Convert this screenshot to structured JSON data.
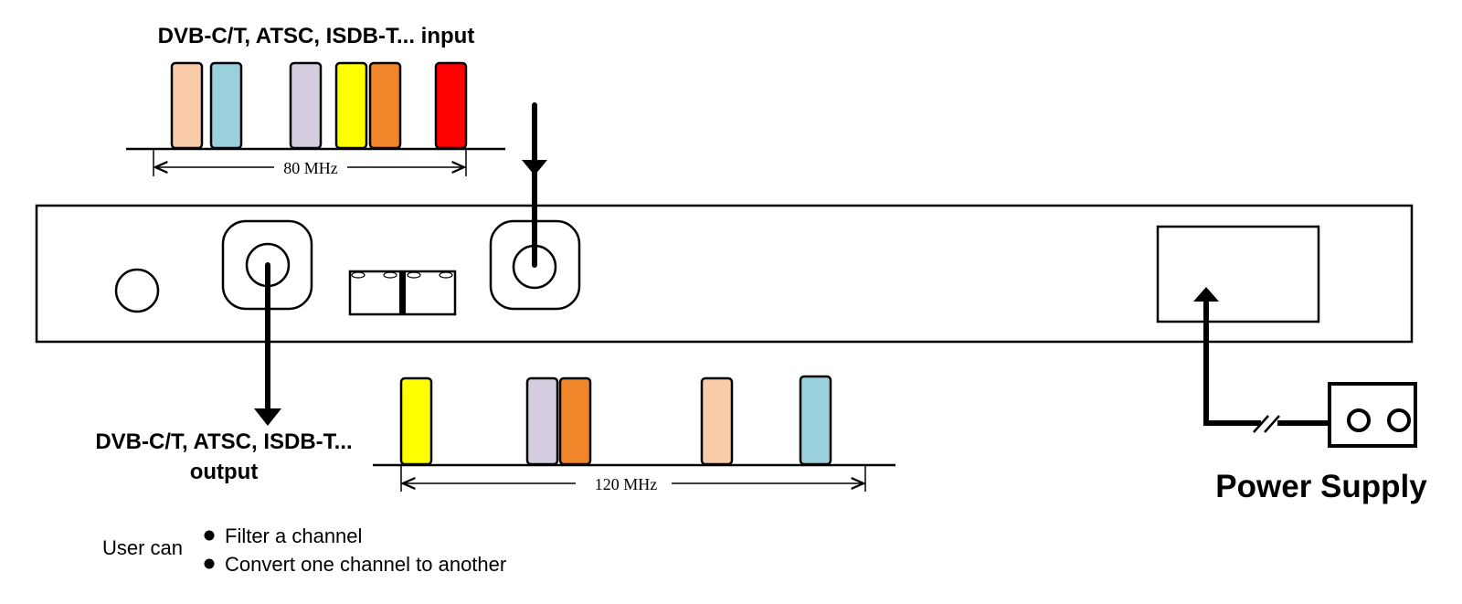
{
  "input_label": "DVB-C/T, ATSC, ISDB-T... input",
  "output_label_line1": "DVB-C/T, ATSC, ISDB-T...",
  "output_label_line2": "output",
  "input_bandwidth": "80 MHz",
  "output_bandwidth": "120 MHz",
  "power_supply_label": "Power Supply",
  "user_can_label": "User can",
  "capabilities": [
    "Filter a channel",
    "Convert one channel to another"
  ],
  "colors": {
    "peach": "#F9CBA8",
    "light_blue": "#9ACFDC",
    "lavender": "#D6CCE0",
    "yellow": "#FFFF00",
    "orange": "#F0862A",
    "red": "#FF0000",
    "line": "#000000"
  },
  "input_channels": [
    {
      "color": "peach"
    },
    {
      "color": "light_blue"
    },
    {
      "color": "lavender"
    },
    {
      "color": "yellow"
    },
    {
      "color": "orange"
    },
    {
      "color": "red"
    }
  ],
  "output_channels": [
    {
      "color": "yellow"
    },
    {
      "color": "lavender"
    },
    {
      "color": "orange"
    },
    {
      "color": "peach"
    },
    {
      "color": "light_blue"
    }
  ]
}
